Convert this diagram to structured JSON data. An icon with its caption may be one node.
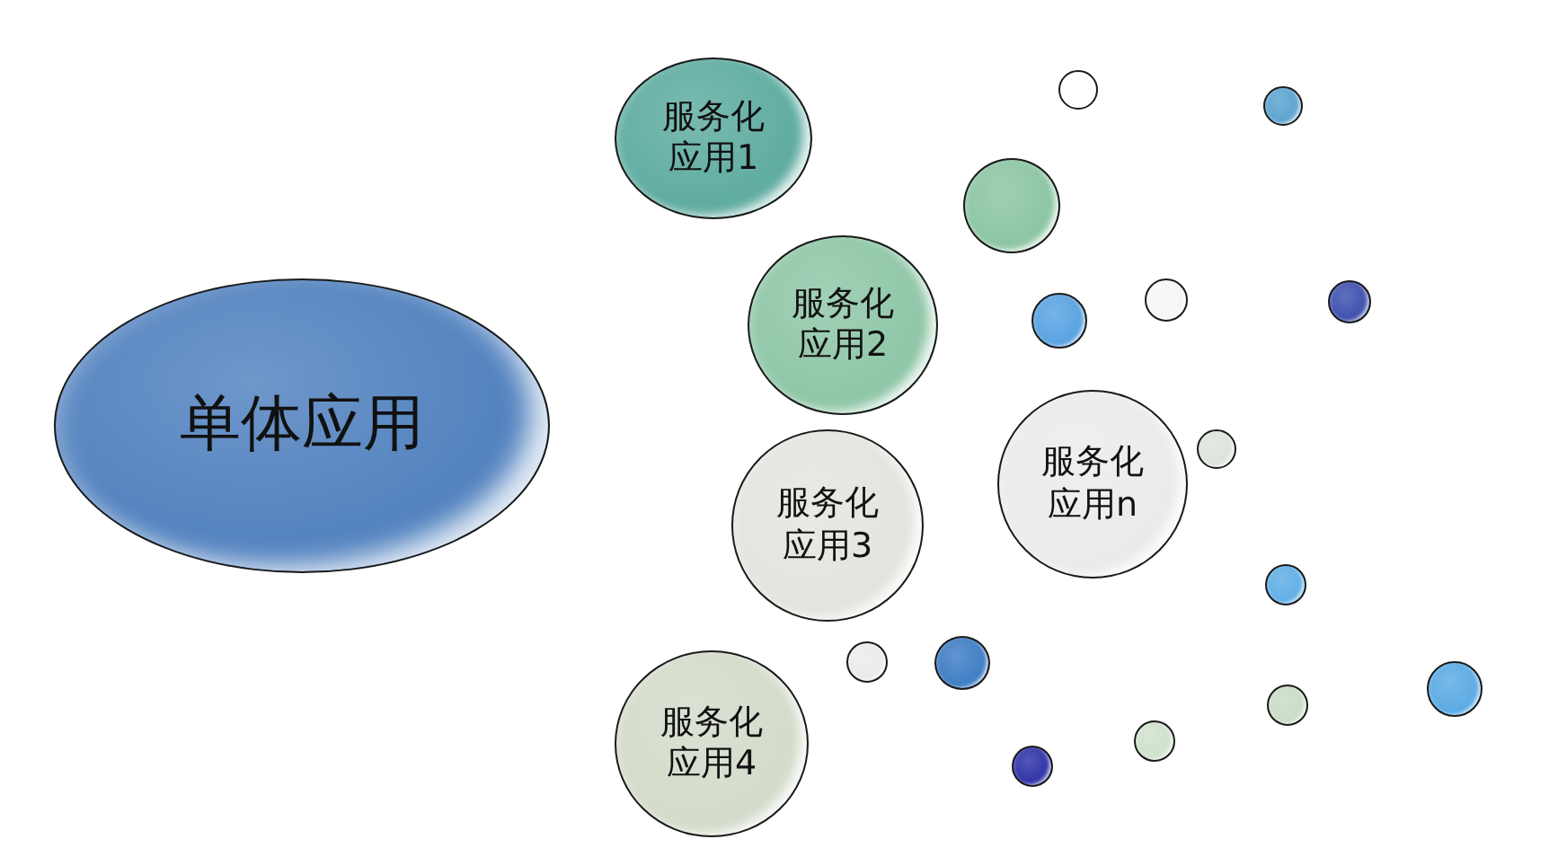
{
  "diagram": {
    "nodes": [
      {
        "text": [
          "单体应用"
        ]
      },
      {
        "text": [
          "服务化应用1"
        ]
      },
      {
        "text": [
          "服务化应用2"
        ]
      },
      {
        "text": [
          "服务化应用3"
        ]
      },
      {
        "text": [
          "服务化应用4"
        ]
      },
      {
        "text": [
          "服务化应用n"
        ]
      },
      {
        "text": [],
        "shape": "circle"
      },
      {
        "text": [],
        "shape": "circle"
      },
      {
        "text": [],
        "shape": "circle"
      },
      {
        "text": [],
        "shape": "circle"
      },
      {
        "text": [],
        "shape": "circle"
      },
      {
        "text": [],
        "shape": "circle"
      },
      {
        "text": [],
        "shape": "circle"
      },
      {
        "text": [],
        "shape": "circle"
      },
      {
        "text": [],
        "shape": "circle"
      },
      {
        "text": [],
        "shape": "circle"
      },
      {
        "text": [],
        "shape": "circle"
      },
      {
        "text": [],
        "shape": "circle"
      },
      {
        "text": [],
        "shape": "circle"
      },
      {
        "text": [],
        "shape": "circle"
      }
    ]
  }
}
